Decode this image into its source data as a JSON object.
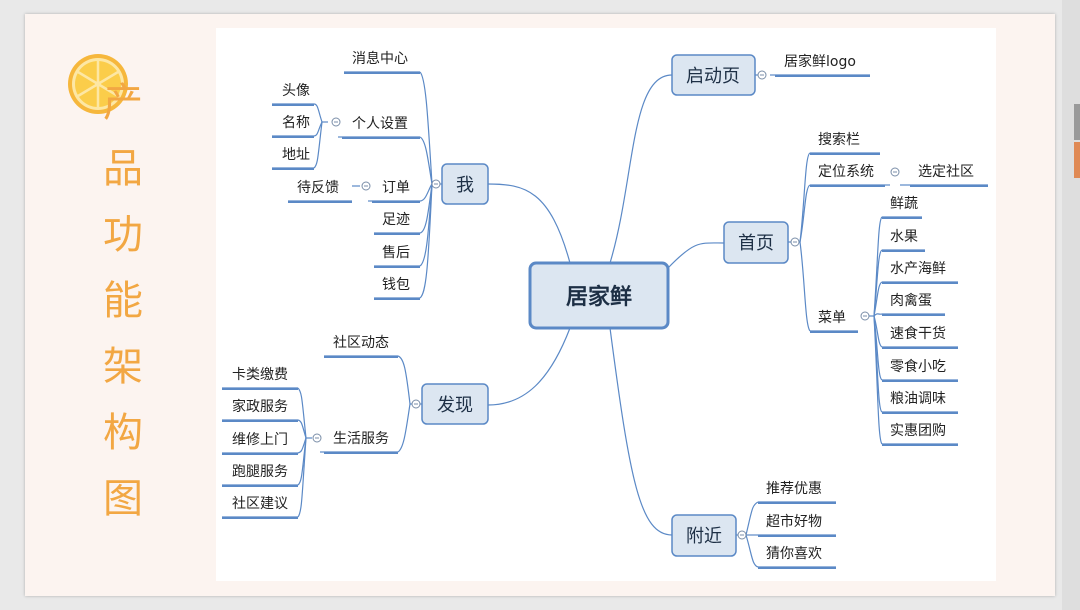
{
  "slide": {
    "title_chars": [
      "产",
      "品",
      "功",
      "能",
      "架",
      "构",
      "图"
    ]
  },
  "mindmap": {
    "center": "居家鲜",
    "branches": {
      "startup": {
        "label": "启动页",
        "children": [
          "居家鲜logo"
        ]
      },
      "home": {
        "label": "首页",
        "search": "搜索栏",
        "location": "定位系统",
        "location_child": "选定社区",
        "menu": "菜单",
        "menu_items": [
          "鲜蔬",
          "水果",
          "水产海鲜",
          "肉禽蛋",
          "速食干货",
          "零食小吃",
          "粮油调味",
          "实惠团购"
        ]
      },
      "nearby": {
        "label": "附近",
        "children": [
          "推荐优惠",
          "超市好物",
          "猜你喜欢"
        ]
      },
      "me": {
        "label": "我",
        "message": "消息中心",
        "settings": "个人设置",
        "settings_items": [
          "头像",
          "名称",
          "地址"
        ],
        "order": "订单",
        "order_child": "待反馈",
        "footprint": "足迹",
        "aftersale": "售后",
        "wallet": "钱包"
      },
      "discover": {
        "label": "发现",
        "community": "社区动态",
        "life": "生活服务",
        "life_items": [
          "卡类缴费",
          "家政服务",
          "维修上门",
          "跑腿服务",
          "社区建议"
        ]
      }
    }
  },
  "colors": {
    "line": "#5b89c6",
    "node_fill": "#dce6f1",
    "node_border": "#5b89c6",
    "title_orange": "#f2a743"
  }
}
